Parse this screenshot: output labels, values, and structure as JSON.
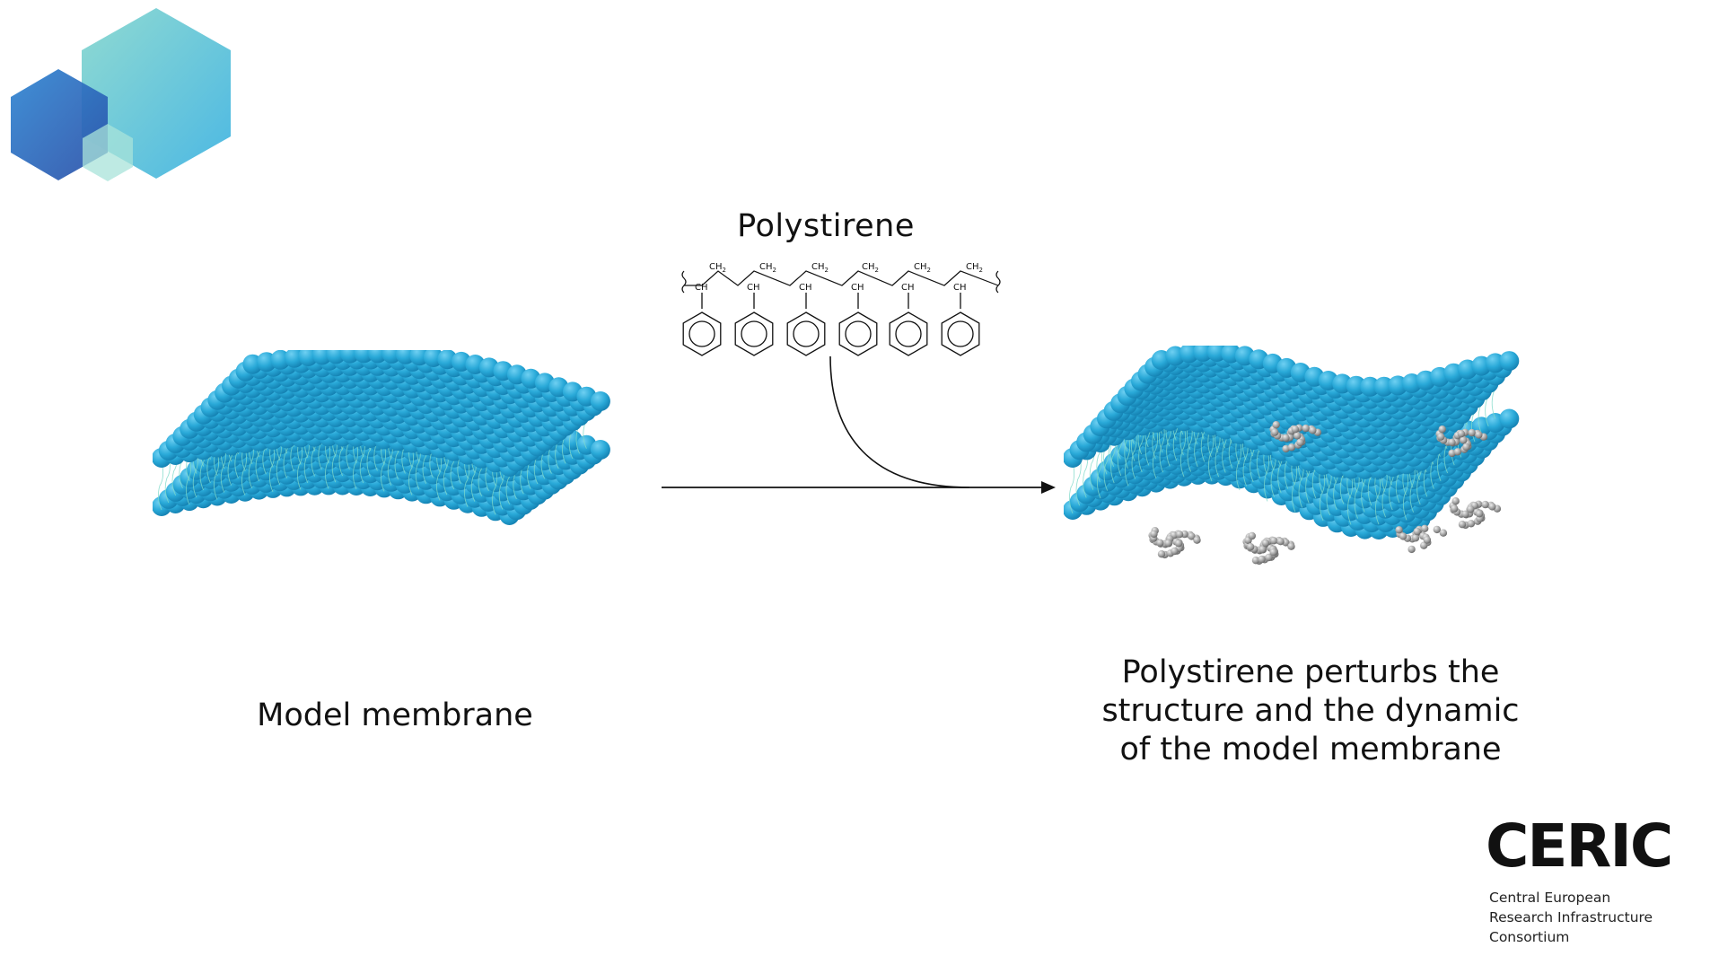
{
  "diagram": {
    "polymer_name": "Polystirene",
    "chem": {
      "ch": "CH",
      "ch2": "CH",
      "sub2": "2"
    },
    "left_label": "Model membrane",
    "right_label_lines": [
      "Polystirene perturbs the",
      "structure and the dynamic",
      "of the model membrane"
    ]
  },
  "logo": {
    "ceric_name": "CERIC",
    "ceric_sub_lines": [
      "Central European",
      "Research Infrastructure",
      "Consortium"
    ]
  },
  "colors": {
    "bead": "#29a9d8",
    "bead_dark": "#1583b5",
    "tail": "#7fd9c9",
    "polymer": "#9a9a9a",
    "hex_teal": "#7ed6d2",
    "hex_blue": "#2c6fc1"
  },
  "icons": [
    "hexagon-logo-icon",
    "benzene-ring-icon",
    "arrow-icon"
  ]
}
